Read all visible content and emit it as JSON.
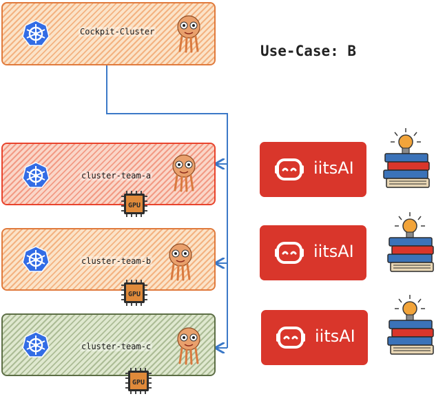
{
  "title": "Use-Case: B",
  "clusters": [
    {
      "label": "Cockpit-Cluster",
      "style": "orange"
    },
    {
      "label": "cluster-team-a",
      "style": "red"
    },
    {
      "label": "cluster-team-b",
      "style": "orange"
    },
    {
      "label": "cluster-team-c",
      "style": "green"
    }
  ],
  "gpu_label": "GPU",
  "ai_cards": [
    {
      "label": "iitsAI"
    },
    {
      "label": "iitsAI"
    },
    {
      "label": "iitsAI"
    }
  ],
  "colors": {
    "connector": "#3a78c7",
    "ai_card": "#d9362b",
    "k8s": "#326ce5"
  }
}
